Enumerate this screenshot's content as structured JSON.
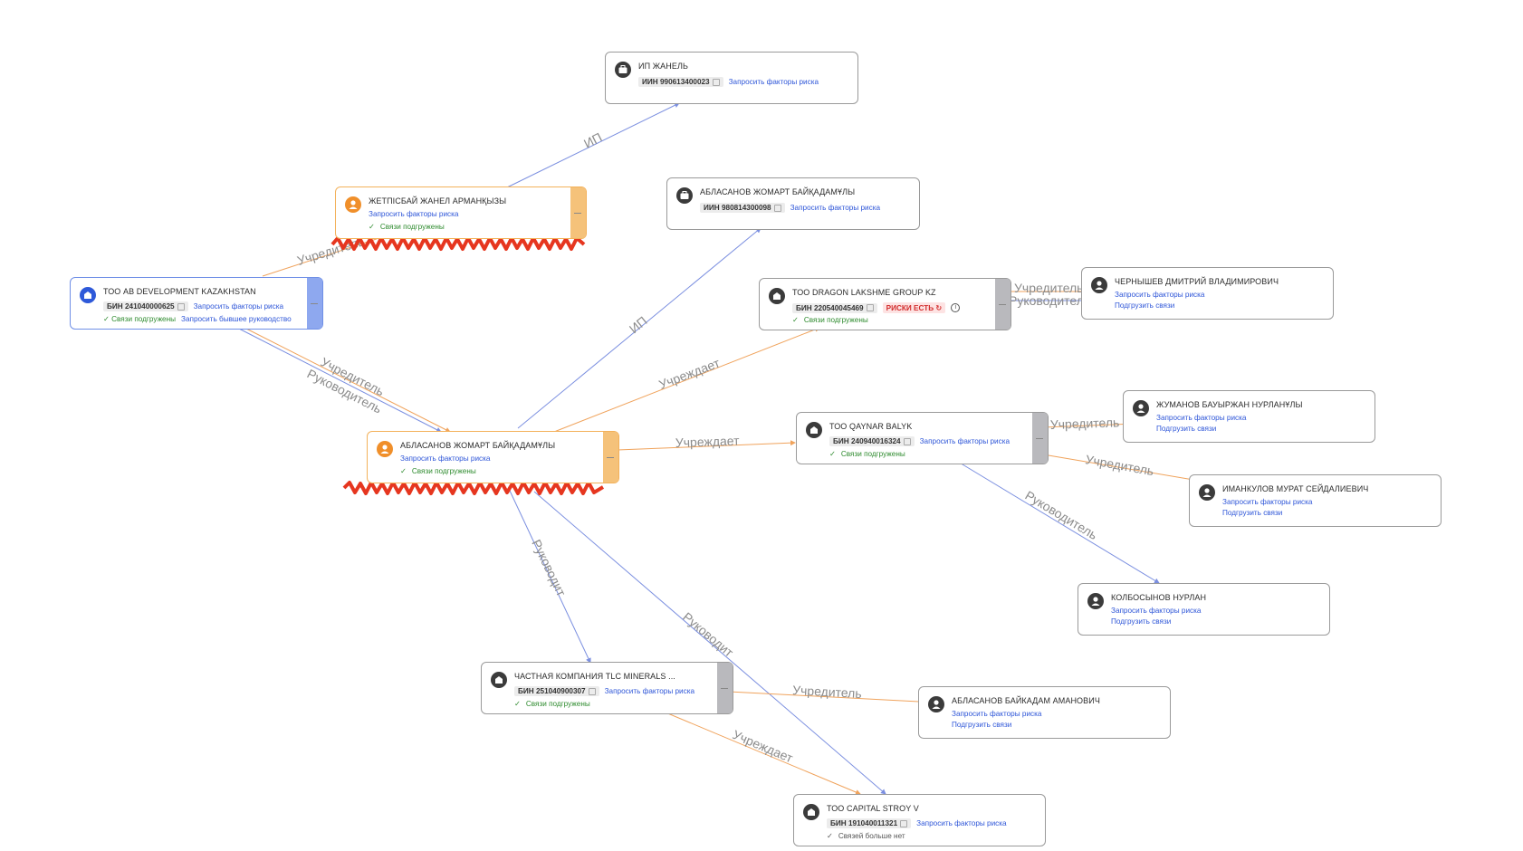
{
  "nodes": {
    "ip_zhanel": {
      "title": "ИП ЖАНЕЛЬ",
      "id_label": "ИИН 990613400023",
      "risk_link": "Запросить факторы риска"
    },
    "zhetpisbai": {
      "title": "ЖЕТПІСБАЙ ЖАНЕЛ АРМАНҚЫЗЫ",
      "risk_link": "Запросить факторы риска",
      "status": "Связи подгружены"
    },
    "ablasanov_ip": {
      "title": "АБЛАСАНОВ ЖОМАРТ БАЙҚАДАМҰЛЫ",
      "id_label": "ИИН 980814300098",
      "risk_link": "Запросить факторы риска"
    },
    "ab_development": {
      "title": "ТОО AB DEVELOPMENT KAZAKHSTAN",
      "id_label": "БИН 241040000625",
      "risk_link": "Запросить факторы риска",
      "status": "Связи подгружены",
      "former_link": "Запросить бывшее руководство"
    },
    "dragon": {
      "title": "ТОО DRAGON LAKSHME GROUP KZ",
      "id_label": "БИН 220540045469",
      "risk_badge": "РИСКИ ЕСТЬ",
      "status": "Связи подгружены"
    },
    "chernyshev": {
      "title": "ЧЕРНЫШЕВ ДМИТРИЙ ВЛАДИМИРОВИЧ",
      "risk_link": "Запросить факторы риска",
      "load_link": "Подгрузить связи"
    },
    "ablasanov_main": {
      "title": "АБЛАСАНОВ ЖОМАРТ БАЙҚАДАМҰЛЫ",
      "risk_link": "Запросить факторы риска",
      "status": "Связи подгружены"
    },
    "qaynar": {
      "title": "ТОО QAYNAR BALYK",
      "id_label": "БИН 240940016324",
      "risk_link": "Запросить факторы риска",
      "status": "Связи подгружены"
    },
    "zhumanov": {
      "title": "ЖУМАНОВ БАУЫРЖАН НУРЛАНҰЛЫ",
      "risk_link": "Запросить факторы риска",
      "load_link": "Подгрузить связи"
    },
    "imankulov": {
      "title": "ИМАНКУЛОВ МУРАТ СЕЙДАЛИЕВИЧ",
      "risk_link": "Запросить факторы риска",
      "load_link": "Подгрузить связи"
    },
    "kolbosynov": {
      "title": "КОЛБОСЫНОВ НУРЛАН",
      "risk_link": "Запросить факторы риска",
      "load_link": "Подгрузить связи"
    },
    "tlc": {
      "title": "ЧАСТНАЯ КОМПАНИЯ TLC MINERALS ...",
      "id_label": "БИН 251040900307",
      "risk_link": "Запросить факторы риска",
      "status": "Связи подгружены"
    },
    "ablasanov_baikadam": {
      "title": "АБЛАСАНОВ БАЙКАДАМ АМАНОВИЧ",
      "risk_link": "Запросить факторы риска",
      "load_link": "Подгрузить связи"
    },
    "capital": {
      "title": "ТОО CAPITAL STROY V",
      "id_label": "БИН 191040011321",
      "risk_link": "Запросить факторы риска",
      "status": "Связей больше нет"
    }
  },
  "edge_labels": {
    "ip_top": "ИП",
    "founder_top": "Учредитель",
    "ip_mid": "ИП",
    "founder_1": "Учредитель",
    "head_1": "Руководитель",
    "founds_dragon": "Учреждает",
    "founder_dragon": "Учредитель",
    "head_dragon": "Руководитель",
    "founds_qaynar": "Учреждает",
    "founder_zhum": "Учредитель",
    "founder_iman": "Учредитель",
    "head_kolb": "Руководитель",
    "manages_tlc": "Руководит",
    "manages_capital": "Руководит",
    "founder_tlc": "Учредитель",
    "founds_capital": "Учреждает"
  },
  "colors": {
    "founder_edge": "#f0a35c",
    "head_edge": "#7b8fe0",
    "accent_blue": "#2d55d8",
    "ok_green": "#2e8b2e",
    "risk_red": "#d22c2c"
  }
}
